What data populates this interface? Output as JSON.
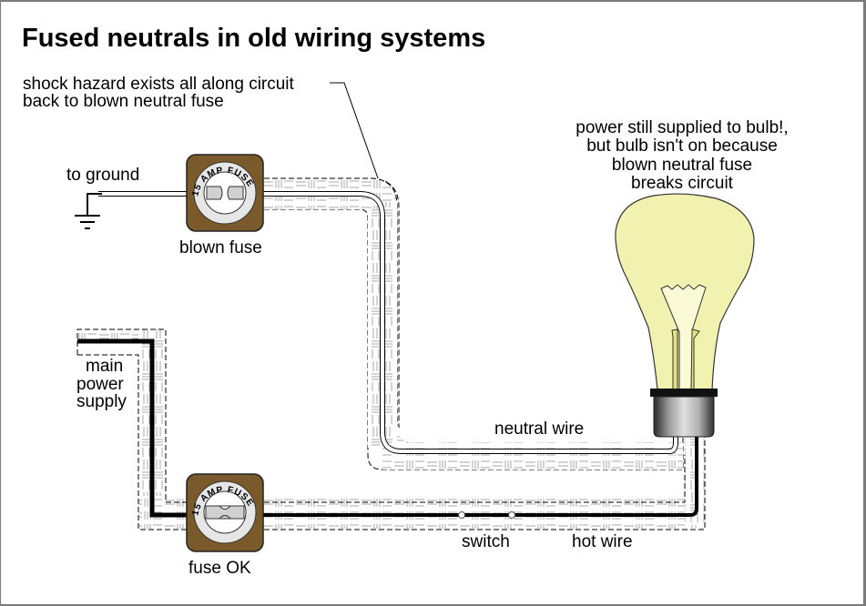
{
  "title": "Fused neutrals in old wiring systems",
  "annotations": {
    "shock_hazard": [
      "shock hazard exists all along circuit",
      "back to blown neutral fuse"
    ],
    "bulb_note": [
      "power still supplied to bulb!,",
      "but bulb isn't on because",
      "blown neutral fuse",
      "breaks circuit"
    ],
    "to_ground": "to ground",
    "blown_fuse": "blown fuse",
    "fuse_ok": "fuse OK",
    "main_power": [
      "main",
      "power",
      "supply"
    ],
    "neutral_wire": "neutral wire",
    "switch": "switch",
    "hot_wire": "hot wire"
  },
  "fuses": [
    {
      "name": "blown",
      "rating_text": "15 AMP FUSE",
      "state": "blown"
    },
    {
      "name": "ok",
      "rating_text": "15 AMP FUSE",
      "state": "ok"
    }
  ],
  "colors": {
    "fuse_body": "#7a5a2a",
    "bulb_glass": "#f2f2b0",
    "hot_wire": "#000000",
    "neutral_wire": "#ffffff",
    "conduit_hatch": "#9a9a9a",
    "frame": "#7a7a7a"
  }
}
